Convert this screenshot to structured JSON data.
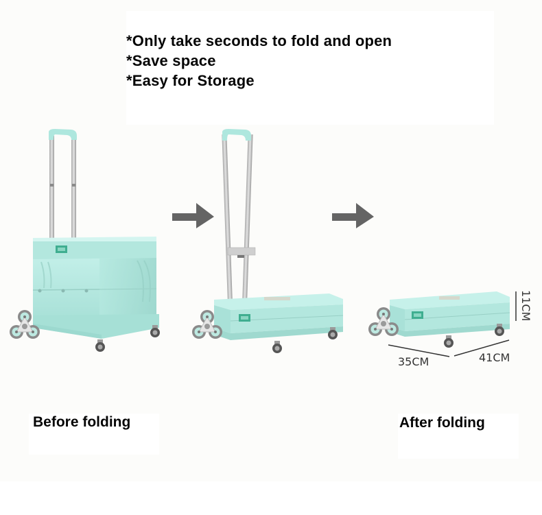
{
  "features": {
    "lines": [
      "*Only take seconds to fold and open",
      "*Save space",
      "*Easy for Storage"
    ]
  },
  "labels": {
    "before": "Before folding",
    "after": "After folding"
  },
  "dimensions": {
    "height": "11CM",
    "depth": "35CM",
    "width": "41CM"
  },
  "stages": [
    {
      "name": "unfolded-cart",
      "description": "cart with box assembled and handle extended"
    },
    {
      "name": "half-folded-cart",
      "description": "box collapsed, handle extended"
    },
    {
      "name": "folded-cart",
      "description": "box collapsed, handle stowed"
    }
  ],
  "icons": {
    "arrow": "right-arrow-icon"
  },
  "colors": {
    "background": "#fcfcfa",
    "box_light": "#bdeee6",
    "box_mid": "#a7e0d6",
    "box_dark": "#8fcfc4",
    "slot": "#3fae90",
    "handle_metal": "#c8c8c8",
    "arrow": "#646464",
    "wheel_tire": "#8a8a8a",
    "text": "#050505"
  }
}
